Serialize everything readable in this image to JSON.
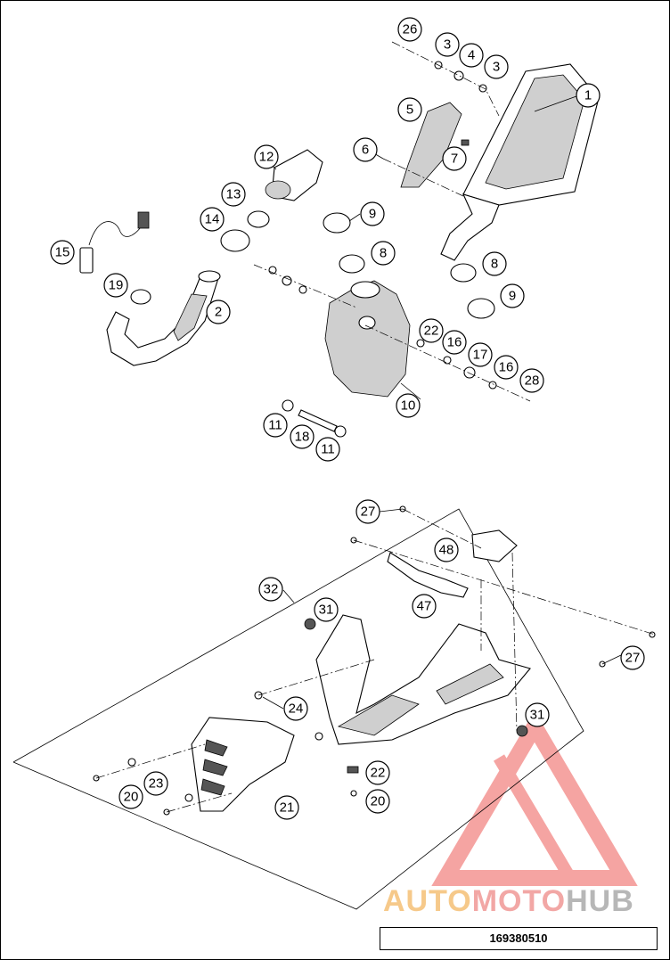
{
  "drawing_number": "169380510",
  "watermark": {
    "part1": "AUTO",
    "part2": "MOTO",
    "part3": "HUB"
  },
  "colors": {
    "watermark_red": "#ee5b57",
    "watermark_orange": "#f6c98a",
    "watermark_grey": "#b7b7b7"
  },
  "callouts": [
    {
      "id": "c26",
      "label": "26"
    },
    {
      "id": "c3a",
      "label": "3"
    },
    {
      "id": "c4",
      "label": "4"
    },
    {
      "id": "c3b",
      "label": "3"
    },
    {
      "id": "c1",
      "label": "1"
    },
    {
      "id": "c5",
      "label": "5"
    },
    {
      "id": "c6",
      "label": "6"
    },
    {
      "id": "c7",
      "label": "7"
    },
    {
      "id": "c12",
      "label": "12"
    },
    {
      "id": "c13",
      "label": "13"
    },
    {
      "id": "c14",
      "label": "14"
    },
    {
      "id": "c9a",
      "label": "9"
    },
    {
      "id": "c8a",
      "label": "8"
    },
    {
      "id": "c8b",
      "label": "8"
    },
    {
      "id": "c9b",
      "label": "9"
    },
    {
      "id": "c15",
      "label": "15"
    },
    {
      "id": "c19",
      "label": "19"
    },
    {
      "id": "c2",
      "label": "2"
    },
    {
      "id": "c22a",
      "label": "22"
    },
    {
      "id": "c16a",
      "label": "16"
    },
    {
      "id": "c17",
      "label": "17"
    },
    {
      "id": "c16b",
      "label": "16"
    },
    {
      "id": "c28",
      "label": "28"
    },
    {
      "id": "c10",
      "label": "10"
    },
    {
      "id": "c11a",
      "label": "11"
    },
    {
      "id": "c18",
      "label": "18"
    },
    {
      "id": "c11b",
      "label": "11"
    },
    {
      "id": "c27a",
      "label": "27"
    },
    {
      "id": "c48",
      "label": "48"
    },
    {
      "id": "c32",
      "label": "32"
    },
    {
      "id": "c31a",
      "label": "31"
    },
    {
      "id": "c47",
      "label": "47"
    },
    {
      "id": "c27b",
      "label": "27"
    },
    {
      "id": "c24",
      "label": "24"
    },
    {
      "id": "c31b",
      "label": "31"
    },
    {
      "id": "c23",
      "label": "23"
    },
    {
      "id": "c22b",
      "label": "22"
    },
    {
      "id": "c20a",
      "label": "20"
    },
    {
      "id": "c20b",
      "label": "20"
    },
    {
      "id": "c21",
      "label": "21"
    }
  ]
}
